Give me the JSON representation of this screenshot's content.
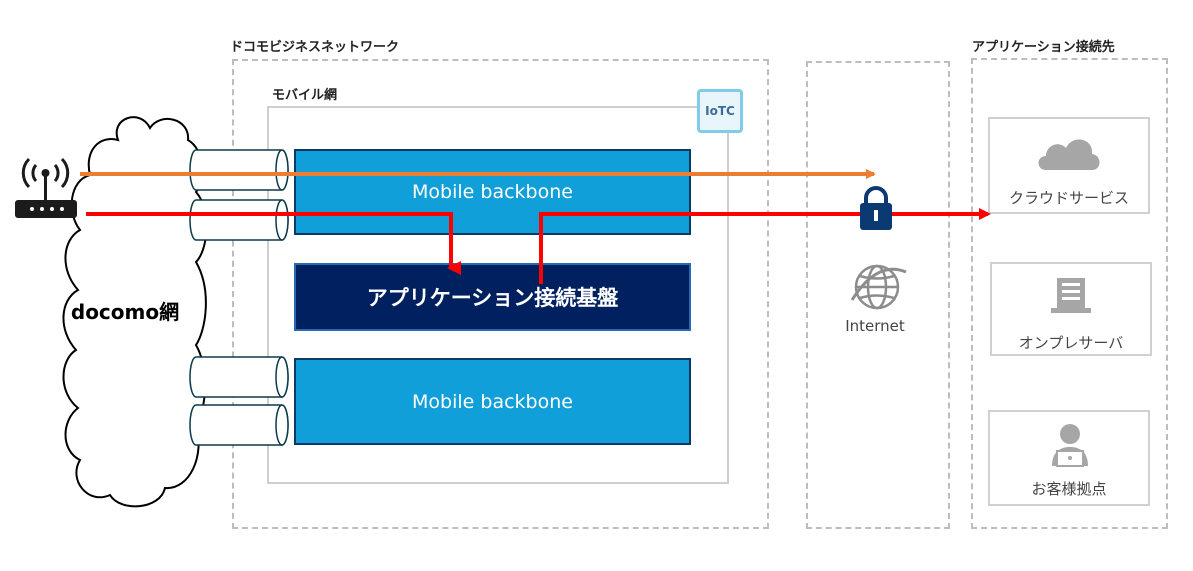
{
  "groups": {
    "docomo_business": "ドコモビジネスネットワーク",
    "app_destinations": "アプリケーション接続先",
    "mobile_network": "モバイル網"
  },
  "cloud": {
    "label": "docomo網"
  },
  "iotc": {
    "label": "IoTC"
  },
  "backbone": {
    "top": "Mobile backbone",
    "bottom": "Mobile backbone"
  },
  "platform": {
    "label": "アプリケーション接続基盤"
  },
  "internet": {
    "label": "Internet"
  },
  "destinations": [
    {
      "label": "クラウドサービス",
      "icon": "cloud-icon"
    },
    {
      "label": "オンプレサーバ",
      "icon": "server-icon"
    },
    {
      "label": "お客様拠点",
      "icon": "user-pc-icon"
    }
  ],
  "colors": {
    "orange_flow": "#ed7d31",
    "red_flow": "#ff0000",
    "backbone": "#119fd9",
    "platform": "#002060",
    "lock": "#0b3a73"
  }
}
